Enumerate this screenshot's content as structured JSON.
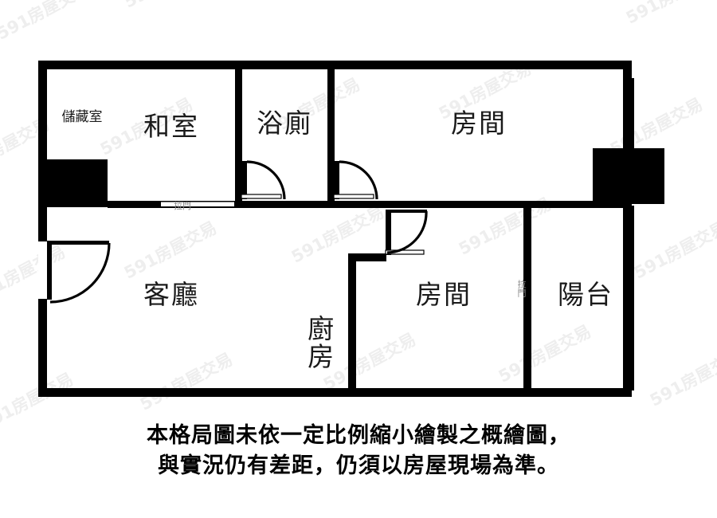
{
  "document": {
    "type": "residential-floor-plan",
    "watermark_text": "591房屋交易",
    "watermark_color": "#eeeeee",
    "line_color": "#000000",
    "background_color": "#ffffff"
  },
  "caption": {
    "line1": "本格局圖未依一定比例縮小繪製之概繪圖，",
    "line2": "與實況仍有差距，仍須以房屋現場為準。"
  },
  "rooms": [
    {
      "id": "storage",
      "label": "儲藏室",
      "size": "small"
    },
    {
      "id": "tatami",
      "label": "和室",
      "size": "big"
    },
    {
      "id": "bathroom",
      "label": "浴廁",
      "size": "big"
    },
    {
      "id": "bedroom-top",
      "label": "房間",
      "size": "big"
    },
    {
      "id": "living",
      "label": "客廳",
      "size": "big"
    },
    {
      "id": "kitchen",
      "label": "廚房",
      "size": "big"
    },
    {
      "id": "bedroom-low",
      "label": "房間",
      "size": "big"
    },
    {
      "id": "balcony",
      "label": "陽台",
      "size": "big"
    }
  ],
  "annotations": [
    {
      "id": "sliding-door-tatami",
      "label": "拉門",
      "orientation": "horizontal"
    },
    {
      "id": "sliding-door-balcony",
      "label": "拉門",
      "orientation": "vertical"
    }
  ],
  "features": {
    "doors": [
      "entry-door-living",
      "bathroom-door",
      "tatami-corridor-door",
      "bedroom-low-door"
    ],
    "windows": [
      "window-right-upper",
      "window-right-lower",
      "window-balcony-left"
    ],
    "solid_blocks": [
      "column-storage-bottom-left",
      "column-right-middle"
    ]
  }
}
